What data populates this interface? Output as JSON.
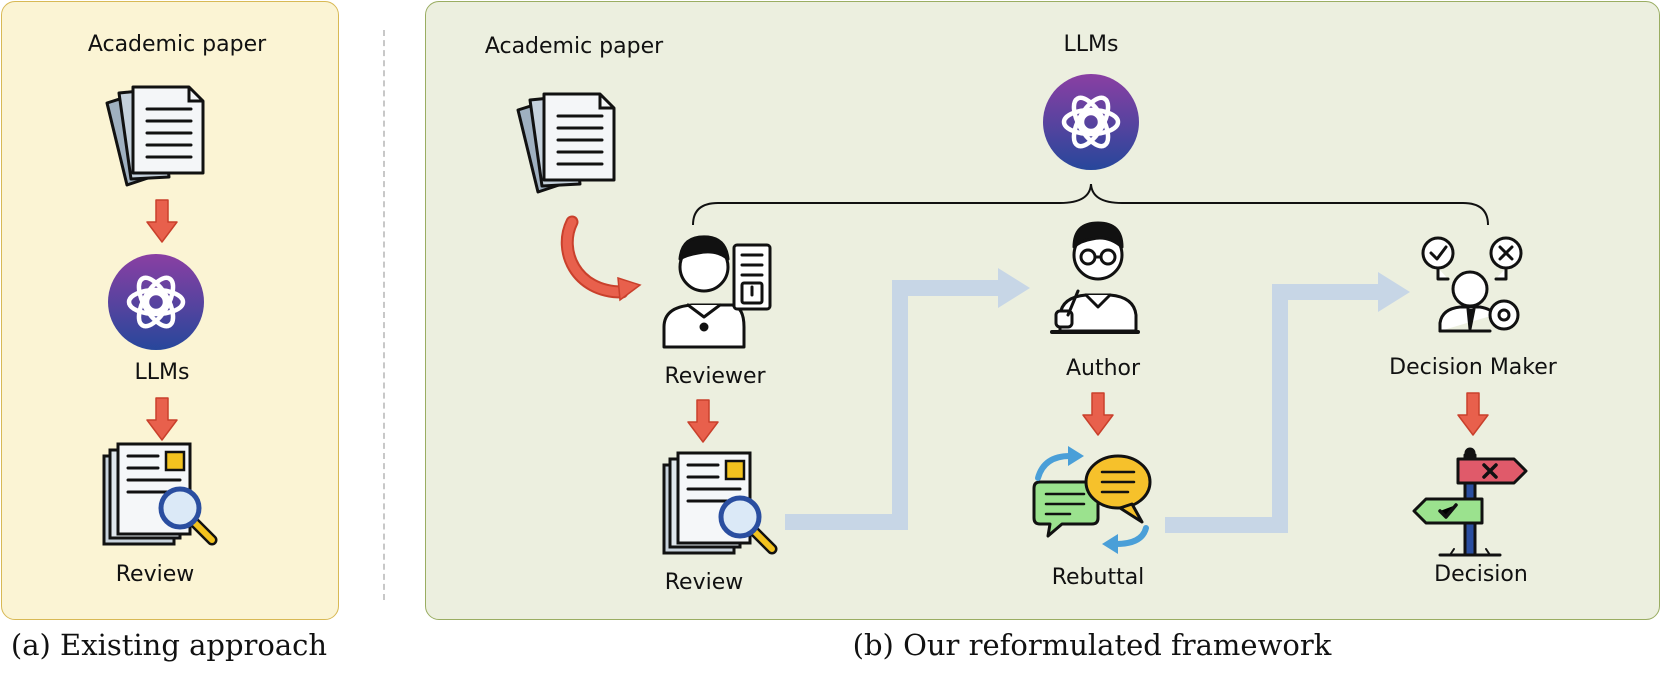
{
  "panel_a": {
    "input_label": "Academic paper",
    "model_label": "LLMs",
    "output_label": "Review",
    "caption": "(a) Existing approach"
  },
  "panel_b": {
    "input_label": "Academic paper",
    "model_label": "LLMs",
    "reviewer_label": "Reviewer",
    "review_label": "Review",
    "author_label": "Author",
    "rebuttal_label": "Rebuttal",
    "decision_maker_label": "Decision Maker",
    "decision_label": "Decision",
    "caption": "(b) Our reformulated framework"
  },
  "colors": {
    "panel_a_bg": "#fbf4d4",
    "panel_b_bg": "#ecefdf",
    "arrow_red": "#e8604c",
    "flow_arrow": "#c7d6e6",
    "llm_purple": "#7b3fa0",
    "llm_blue": "#2e4a9e"
  }
}
